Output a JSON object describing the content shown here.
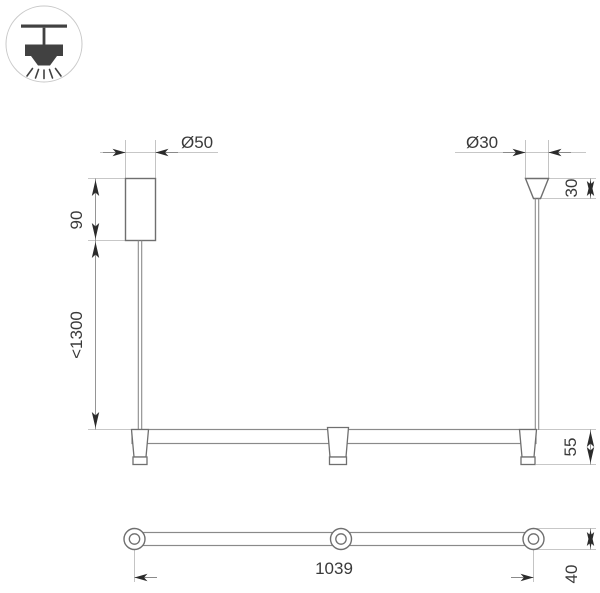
{
  "drawing": {
    "type": "technical-dimension-drawing",
    "product": "suspended linear pendant luminaire",
    "views": [
      "front-elevation",
      "bottom-plan"
    ],
    "units": "mm"
  },
  "icon": {
    "name": "ceiling-pendant-light-icon",
    "description": "ceiling mounted pendant downlight with light rays"
  },
  "dimensions": {
    "canopy_diameter": "Ø50",
    "canopy_height": "90",
    "suspension_length": "<1300",
    "cone_diameter": "Ø30",
    "cone_height": "30",
    "fixture_height": "55",
    "fixture_length": "1039",
    "fixture_width": "40"
  },
  "colors": {
    "line": "#8a8a8a",
    "outline": "#6f6f6f",
    "text": "#3a3a3a",
    "icon_fill": "#414141",
    "arrow": "#2b2b2b",
    "thin": "#b5b5b5"
  }
}
